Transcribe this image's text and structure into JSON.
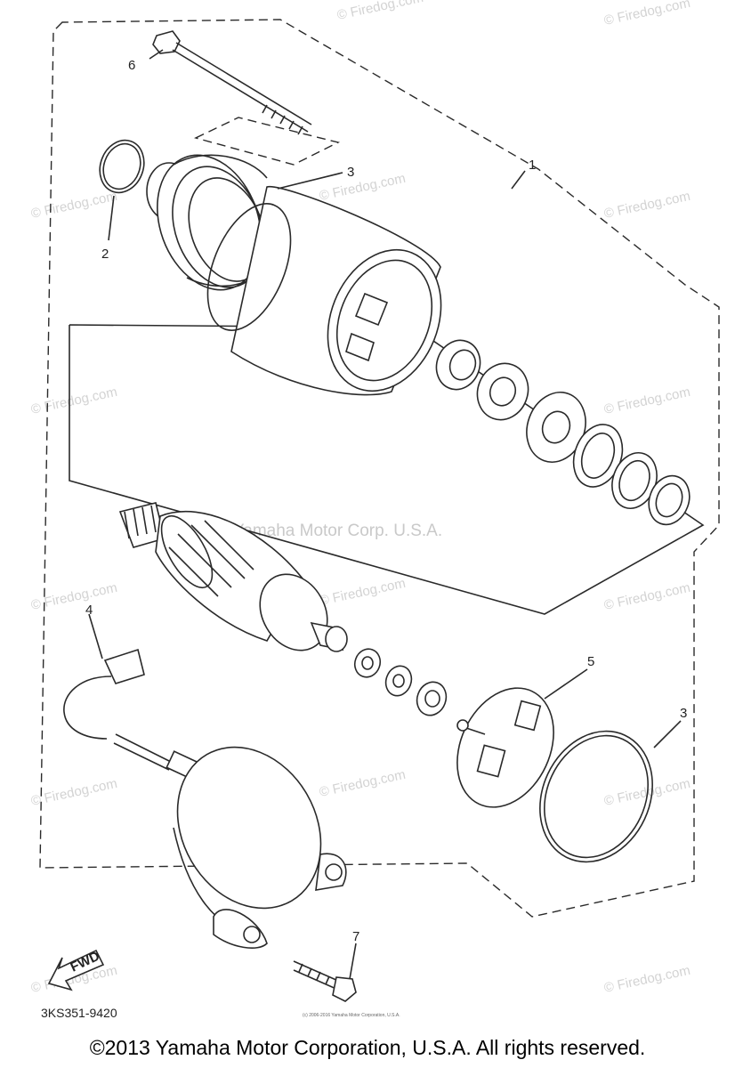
{
  "callouts": {
    "c1": "1",
    "c2": "2",
    "c3a": "3",
    "c3b": "3",
    "c4": "4",
    "c5": "5",
    "c6": "6",
    "c7": "7"
  },
  "fwd_label": "FWD",
  "part_code": "3KS351-9420",
  "watermark_site": "© Firedog.com",
  "watermark_center": "Yamaha Motor Corp. U.S.A.",
  "tiny_credit": "(c) 2006-2016 Yamaha Motor Corporation, U.S.A.",
  "copyright": "©2013 Yamaha Motor Corporation, U.S.A. All rights reserved."
}
